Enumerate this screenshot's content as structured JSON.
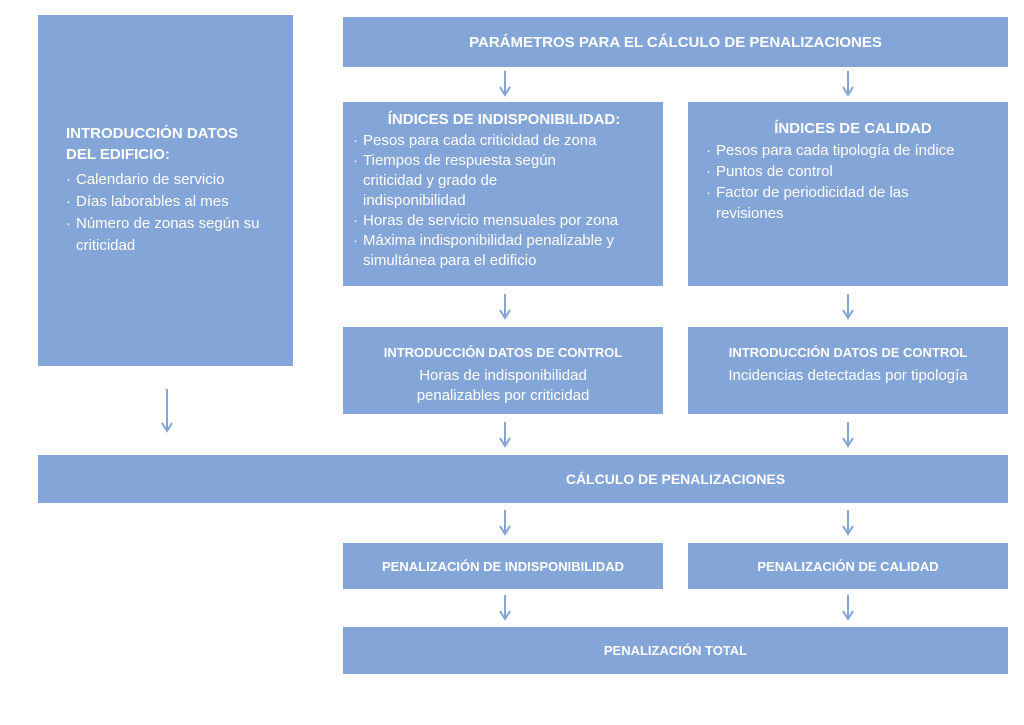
{
  "building_box": {
    "title": "INTRODUCCIÓN DATOS DEL EDIFICIO:",
    "items": [
      "Calendario de servicio",
      "Días laborables al mes",
      "Número de zonas según su criticidad"
    ]
  },
  "params_box": {
    "title": "PARÁMETROS PARA EL CÁLCULO DE PENALIZACIONES"
  },
  "unavailability_box": {
    "title": "ÍNDICES DE INDISPONIBILIDAD:",
    "items": [
      "Pesos para cada criticidad de zona",
      "Tiempos de respuesta según criticidad y grado de indisponibilidad",
      "Horas de servicio mensuales por zona",
      "Máxima indisponibilidad penalizable y simultánea para el edificio"
    ]
  },
  "quality_box": {
    "title": "ÍNDICES DE CALIDAD",
    "items": [
      "Pesos para cada tipología de índice",
      "Puntos de control",
      "Factor de periodicidad de las revisiones"
    ]
  },
  "control_left": {
    "title": "INTRODUCCIÓN DATOS DE CONTROL",
    "text": "Horas de indisponibilidad penalizables por criticidad"
  },
  "control_right": {
    "title": "INTRODUCCIÓN DATOS DE CONTROL",
    "text": "Incidencias detectadas por tipología"
  },
  "calc_box": {
    "title": "CÁLCULO DE PENALIZACIONES"
  },
  "pen_unavail": {
    "title": "PENALIZACIÓN DE INDISPONIBILIDAD"
  },
  "pen_quality": {
    "title": "PENALIZACIÓN DE CALIDAD"
  },
  "pen_total": {
    "title": "PENALIZACIÓN TOTAL"
  },
  "colors": {
    "box": "#84a5d7",
    "text": "#ffffff",
    "arrow": "#84a5d7"
  }
}
